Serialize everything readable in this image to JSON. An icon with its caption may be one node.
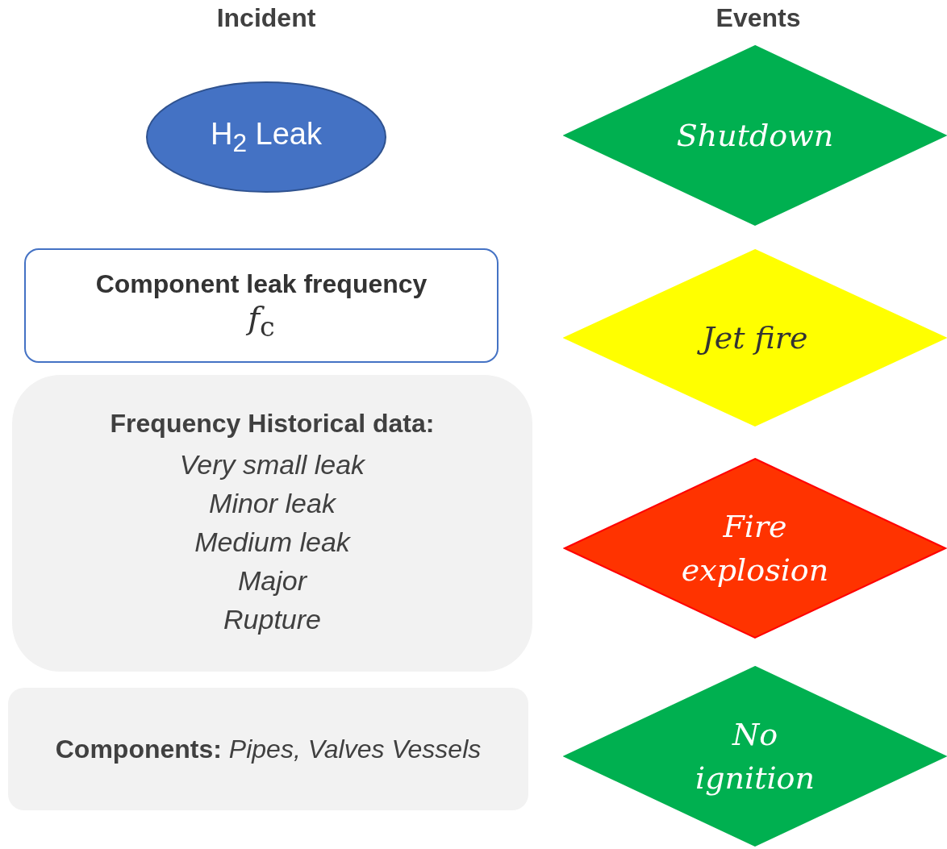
{
  "diagram": {
    "nodes": [
      {
        "text": [
          "H$_{2}$ Leak"
        ]
      },
      {
        "text": [
          "Component leak frequency",
          "*f*$_{c}$"
        ]
      },
      {
        "text": [
          "Frequency Historical data:",
          "Very small leak",
          "Minor leak",
          "Medium leak",
          "Major",
          "Rupture"
        ]
      },
      {
        "text": [
          "**Components:** *Pipes, Valves Vessels*"
        ]
      },
      {
        "text": [
          "Shutdown"
        ]
      },
      {
        "text": [
          "Jet fire"
        ]
      },
      {
        "text": [
          "Fire explosion"
        ]
      },
      {
        "text": [
          "No ignition"
        ]
      }
    ],
    "edges": [],
    "labels": [
      "Incident",
      "Events"
    ]
  }
}
